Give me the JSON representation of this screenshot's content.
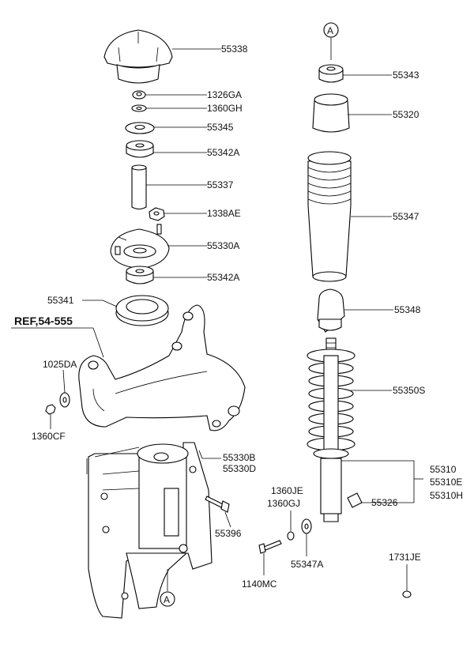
{
  "diagram": {
    "ref_label": "REF,54-555",
    "circle_marker": "A",
    "part_labels": {
      "p55338": "55338",
      "p1326GA": "1326GA",
      "p1360GH": "1360GH",
      "p55345": "55345",
      "p55342A_top": "55342A",
      "p55337": "55337",
      "p1338AE": "1338AE",
      "p55330A": "55330A",
      "p55342A_bottom": "55342A",
      "p55341": "55341",
      "p1025DA": "1025DA",
      "p1360CF": "1360CF",
      "p55330B": "55330B",
      "p55330D": "55330D",
      "p55396": "55396",
      "p55343": "55343",
      "p55320": "55320",
      "p55347": "55347",
      "p55348": "55348",
      "p55350S": "55350S",
      "p55310": "55310",
      "p55310E": "55310E",
      "p55310H": "55310H",
      "p55326": "55326",
      "p1360JE": "1360JE",
      "p1360GJ": "1360GJ",
      "p55347A": "55347A",
      "p1140MC": "1140MC",
      "p1731JE": "1731JE"
    }
  }
}
